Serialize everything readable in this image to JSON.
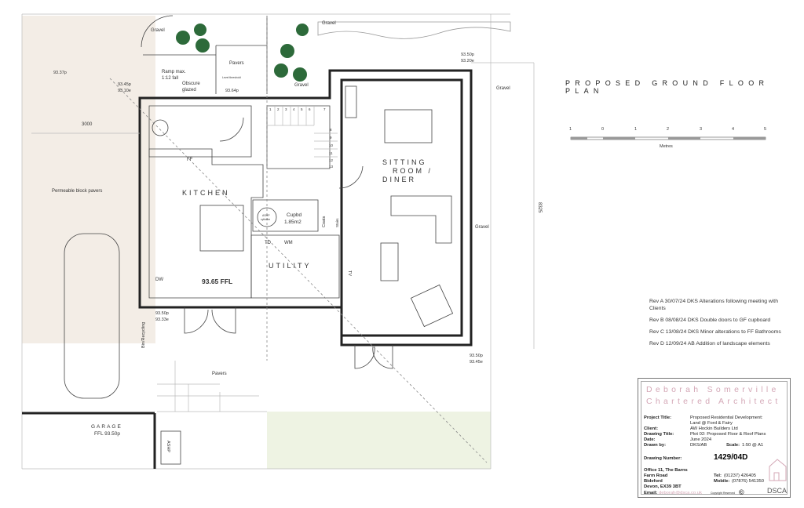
{
  "drawing": {
    "title": "PROPOSED GROUND FLOOR PLAN",
    "scale_bar": {
      "ticks": [
        "1",
        "0",
        "1",
        "2",
        "3",
        "4",
        "5"
      ],
      "unit": "Metres"
    }
  },
  "rooms": {
    "kitchen": "KITCHEN",
    "kitchen_ffl": "93.65 FFL",
    "utility": "UTILITY",
    "sitting_1": "SITTING",
    "sitting_2": "ROOM /",
    "sitting_3": "DINER",
    "cupbd": "Cupbd",
    "cupbd_area": "1.85m2",
    "coats": "Coats",
    "stairs_label": "Stairs",
    "ashp_cylinder_1": "ASHP",
    "ashp_cylinder_2": "cylinder",
    "td": "TD",
    "wm": "WM",
    "ff": "FF",
    "dw": "DW",
    "tv": "TV",
    "garage": "GARAGE",
    "garage_ffl": "FFL 93.50p",
    "ashp": "ASHP"
  },
  "site_labels": {
    "gravel_top_left": "Gravel",
    "gravel_top_mid": "Gravel",
    "gravel_right_top": "Gravel",
    "gravel_right": "Gravel",
    "gravel_top_right": "Gravel",
    "pavers_top": "Pavers",
    "pavers_bottom": "Pavers",
    "level_threshold": "Level threshold",
    "ramp_1": "Ramp max.",
    "ramp_2": "1:12 fall",
    "obscure_1": "Obscure",
    "obscure_2": "glazed",
    "permeable": "Permeable block pavers",
    "bin": "Bin/Recycling",
    "dim_3000": "3000",
    "dim_8325": "8325"
  },
  "levels": {
    "l1": "93.37p",
    "l2a": "93.45p",
    "l2b": "93.10e",
    "l3": "93.64p",
    "l4a": "93.50p",
    "l4b": "93.20e",
    "l5a": "93.50p",
    "l5b": "93.33e",
    "l6a": "93.50p",
    "l6b": "93.45e"
  },
  "stair_numbers": [
    "1",
    "2",
    "3",
    "4",
    "5",
    "6",
    "7",
    "8",
    "9",
    "10",
    "11",
    "12",
    "13"
  ],
  "revisions": [
    "Rev A  30/07/24  DKS  Alterations following meeting with Clients",
    "Rev B  08/08/24  DKS  Double doors to GF cupboard",
    "Rev C  13/08/24  DKS  Minor alterations to FF Bathrooms",
    "Rev D  12/09/24  AB  Addition of landscape elements"
  ],
  "title_block": {
    "architect_line1": "Deborah Somerville",
    "architect_line2": "Chartered Architect",
    "project_title_label": "Project Title:",
    "project_title": "Proposed Residential Development:",
    "project_title_2": "Land @ Ford & Fairy",
    "client_label": "Client:",
    "client": "AW Hockin Builders Ltd",
    "drawing_title_label": "Drawing Title:",
    "drawing_title": "Plot 02: Proposed Floor & Roof Plans",
    "date_label": "Date:",
    "date": "June 2024",
    "drawn_by_label": "Drawn by:",
    "drawn_by": "DKS/AB",
    "scale_label": "Scale:",
    "scale": "1:50 @ A1",
    "drawing_number_label": "Drawing Number:",
    "drawing_number": "1429/04D",
    "address_1": "Office 11, The Barns",
    "address_2": "Farm Road",
    "address_3": "Bideford",
    "address_4": "Devon, EX39 3BT",
    "tel_label": "Tel:",
    "tel": "(01237) 426405",
    "mobile_label": "Mobile:",
    "mobile": "(07876) 541350",
    "email_label": "Email:",
    "email": "deborah@dsca.co.uk",
    "copyright": "Copyright Reserved",
    "logo_text": "DSCA"
  },
  "colors": {
    "architect_pink": "#d4a7b6",
    "driveway": "#f3ede6",
    "lawn": "#eef3e3",
    "planting": "#2d6a3a"
  }
}
